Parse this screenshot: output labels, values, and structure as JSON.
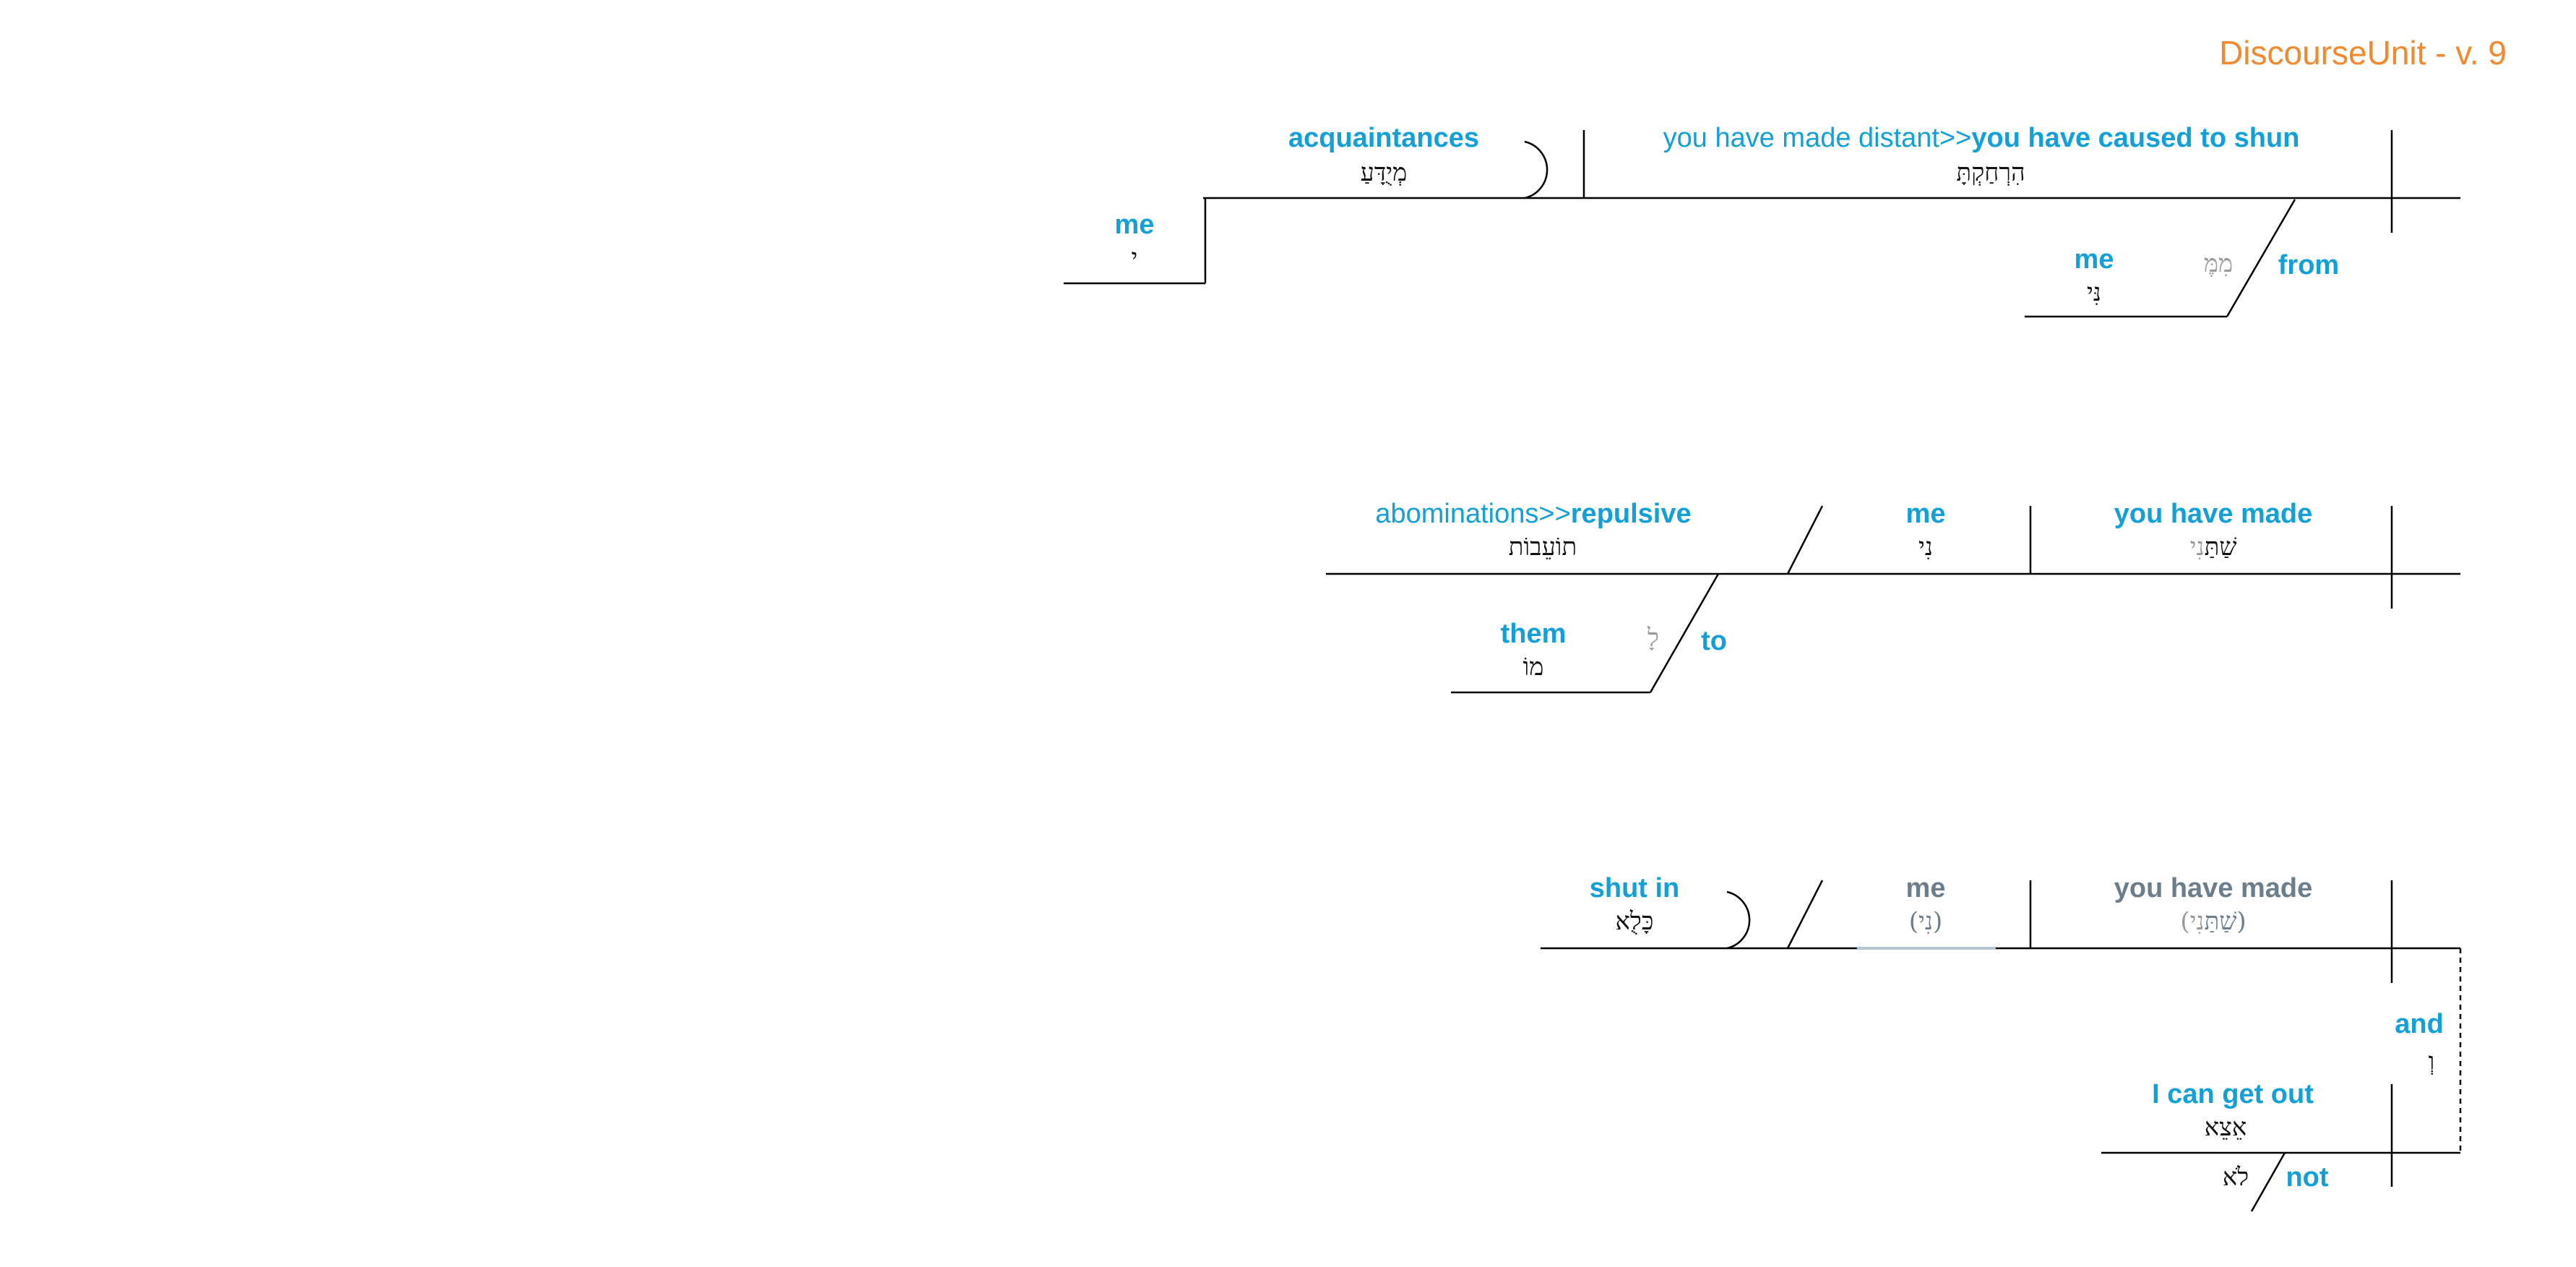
{
  "title": "DiscourseUnit - v. 9",
  "colors": {
    "english": "#139fd8",
    "title": "#f2892f",
    "line": "#000000",
    "implied": "#6c7e8c"
  },
  "clauses": [
    {
      "verb": {
        "gloss_plain": "you have made distant>>",
        "gloss_bold": "you have caused to shun",
        "hebrew": "הִרְחַקְתָּ"
      },
      "object": {
        "gloss": "acquaintances",
        "hebrew": "מְיֻדָּעַ"
      },
      "object_modifier": {
        "gloss": "me",
        "hebrew": "י"
      },
      "prep_phrase": {
        "preposition": "from",
        "preposition_hebrew": "מִמֶּ",
        "object_gloss": "me",
        "object_hebrew": "נִּי"
      }
    },
    {
      "verb": {
        "gloss": "you have made",
        "hebrew_prefix": "שַׁתַּ",
        "hebrew_suffix": "נִי"
      },
      "object": {
        "gloss": "me",
        "hebrew": "נִי"
      },
      "complement": {
        "gloss_plain": "abominations>>",
        "gloss_bold": "repulsive",
        "hebrew": "תוֹעֵבוֹת"
      },
      "prep_phrase": {
        "preposition": "to",
        "preposition_hebrew": "לָ",
        "object_gloss": "them",
        "object_hebrew": "מוֹ"
      }
    },
    {
      "verb": {
        "gloss": "you have made",
        "hebrew_prefix": "(שַׁתַּ",
        "hebrew_suffix": "נִי)"
      },
      "object": {
        "gloss": "me",
        "hebrew": "(נִי)"
      },
      "complement": {
        "gloss": "shut in",
        "hebrew": "כָּלֻא"
      },
      "conjunction": {
        "gloss": "and",
        "hebrew": "וְ"
      },
      "sub_verb": {
        "gloss": "I can get out",
        "hebrew": "אֵצֵא"
      },
      "negation": {
        "gloss": "not",
        "hebrew": "לֹא"
      }
    }
  ]
}
